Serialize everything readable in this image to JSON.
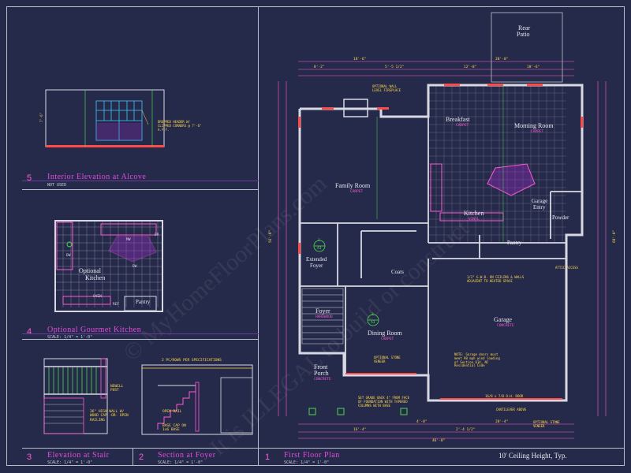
{
  "watermark": {
    "line1": "© MyHomeFloorPlans.com",
    "line2": "It is ILLEGAL to build or construct"
  },
  "details": {
    "alcove": {
      "number": "5",
      "title": "Interior Elevation at Alcove",
      "scale": "NOT USED",
      "note": "DROPPED HEADER W/ CLIPPED CORNERS @ 7'-6\" A.F.F."
    },
    "kitchen": {
      "number": "4",
      "title": "Optional Gourmet Kitchen",
      "scale": "SCALE: 1/4\" = 1'-0\"",
      "room_title": "Optional",
      "room_name": "Kitchen",
      "pantry": "Pantry",
      "labels": [
        "OVEN",
        "DW",
        "REF",
        "MW",
        "DW",
        "DR"
      ]
    },
    "stair": {
      "number": "3",
      "title": "Elevation at Stair",
      "scale": "SCALE: 1/4\" = 1'-0\"",
      "notes": [
        "NEWELL POST",
        "36\" HIGH WALL W/ WOOD CAP -OR- OPEN RAILING"
      ]
    },
    "foyer_section": {
      "number": "2",
      "title": "Section at Foyer",
      "scale": "SCALE: 1/4\" = 1'-0\"",
      "notes": [
        "2 PC/ROWS PER SPECIFICATIONS",
        "OPEN RAIL",
        "BASE CAP ON 1x6 BASE"
      ]
    }
  },
  "plan": {
    "number": "1",
    "title": "First Floor Plan",
    "scale": "SCALE: 1/4\" = 1'-0\"",
    "ceiling_note": "10' Ceiling Height, Typ.",
    "rooms": [
      {
        "name": "Rear",
        "sub": "Patio"
      },
      {
        "name": "Breakfast",
        "sub": "CARPET"
      },
      {
        "name": "Morning Room",
        "sub": "CARPET"
      },
      {
        "name": "Family Room",
        "sub": "CARPET"
      },
      {
        "name": "Kitchen",
        "sub": "VINYL"
      },
      {
        "name": "Garage",
        "sub": "Entry"
      },
      {
        "name": "Powder",
        "sub": ""
      },
      {
        "name": "Pantry",
        "sub": ""
      },
      {
        "name": "Extended",
        "sub": "Foyer"
      },
      {
        "name": "Coats",
        "sub": ""
      },
      {
        "name": "Foyer",
        "sub": "HARDWOOD"
      },
      {
        "name": "Dining Room",
        "sub": "CARPET"
      },
      {
        "name": "Garage",
        "sub": "CONCRETE"
      },
      {
        "name": "Front",
        "sub": "Porch"
      }
    ],
    "porch_sub": "CONCRETE",
    "notes": {
      "fireplace": "OPTIONAL WALL LEVEL FIREPLACE",
      "stone1": "OPTIONAL STONE VENEER",
      "stone2": "OPTIONAL STONE VENEER",
      "garage_door": "16/8 x 7/0 O.H. DOOR",
      "cantilever": "CANTILEVER ABOVE",
      "garage_note": "NOTE: Garage doors must meet 90 mph wind loading of Section 614, NC Residential Code",
      "beam": "SET GRADE BACK 4\" FROM FACE OF FOUNDATION WITH TAPERED COLUMNS WITH BASE",
      "gyp": "1/2\" G.W.B. ON CEILING & WALLS ADJACENT TO HEATED SPACE",
      "attic": "ATTIC ACCESS"
    },
    "markers": [
      {
        "top": "2",
        "bottom": "A3"
      },
      {
        "top": "3",
        "bottom": "A3"
      }
    ]
  }
}
